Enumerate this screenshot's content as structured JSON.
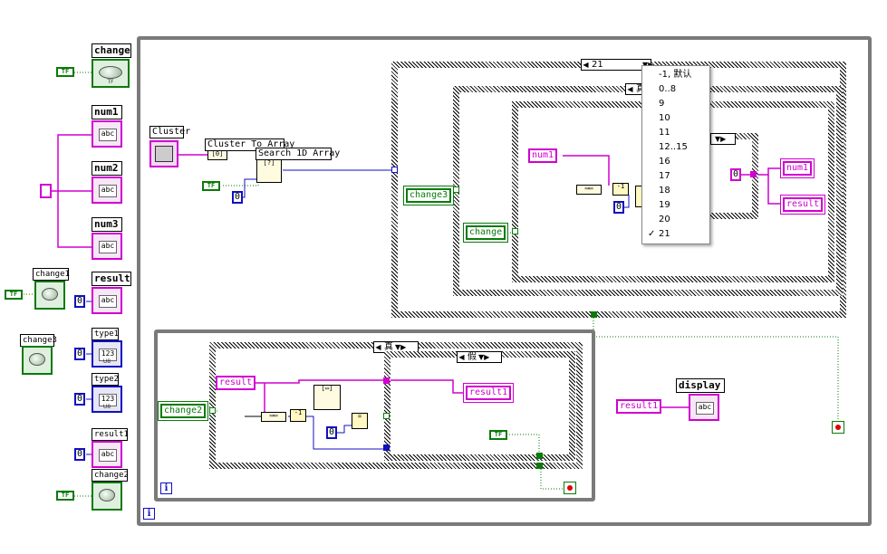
{
  "palette": "controls",
  "controls": {
    "change": {
      "label": "change",
      "tag": "TF"
    },
    "num1": {
      "label": "num1",
      "text": "abc"
    },
    "num2": {
      "label": "num2",
      "text": "abc"
    },
    "num3": {
      "label": "num3",
      "text": "abc"
    },
    "change1": {
      "label": "change1"
    },
    "result": {
      "label": "result",
      "text": "abc"
    },
    "change3": {
      "label": "change3"
    },
    "type1": {
      "label": "type1",
      "text": "123",
      "tag": "U8"
    },
    "type2": {
      "label": "type2",
      "text": "123",
      "tag": "U8"
    },
    "result1": {
      "label": "result1",
      "text": "abc"
    },
    "change2": {
      "label": "change2"
    },
    "display": {
      "label": "display",
      "text": "abc"
    }
  },
  "constants": {
    "tf": "TF",
    "zero": "0"
  },
  "nodes": {
    "cluster": "Cluster",
    "cluster_to_array": "Cluster To Array",
    "search_1d_array": "Search 1D Array"
  },
  "case_selectors": {
    "outer_case": "21",
    "middle_case": "真",
    "inner_right_case": "",
    "bottom_case": "真",
    "bottom_inner_case": "假"
  },
  "diagram_labels": {
    "change3": "change3",
    "change": "change",
    "num1_src": "num1",
    "num1_dst": "num1",
    "result_dst": "result",
    "change2": "change2",
    "result_src": "result",
    "result1_dst": "result1",
    "result1_src": "result1"
  },
  "dropdown": {
    "items": [
      "-1, 默认",
      "0..8",
      "9",
      "10",
      "11",
      "12..15",
      "16",
      "17",
      "18",
      "19",
      "20",
      "21"
    ],
    "checked": "21",
    "check_mark": "✓"
  },
  "loop_terminal": "i"
}
